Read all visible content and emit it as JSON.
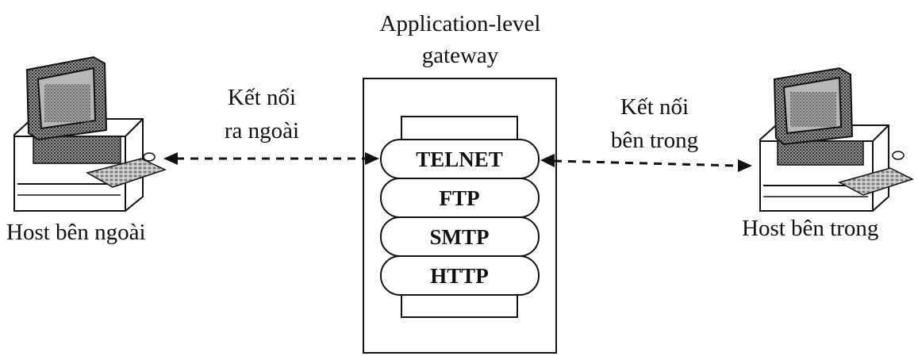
{
  "gateway": {
    "title_line1": "Application-level",
    "title_line2": "gateway",
    "protocols": [
      "TELNET",
      "FTP",
      "SMTP",
      "HTTP"
    ]
  },
  "connections": {
    "outbound_line1": "Kết nối",
    "outbound_line2": "ra ngoài",
    "inbound_line1": "Kết nối",
    "inbound_line2": "bên trong"
  },
  "hosts": {
    "external": "Host bên ngoài",
    "internal": "Host bên trong"
  },
  "icons": {
    "external_host": "computer-icon",
    "internal_host": "computer-icon"
  }
}
